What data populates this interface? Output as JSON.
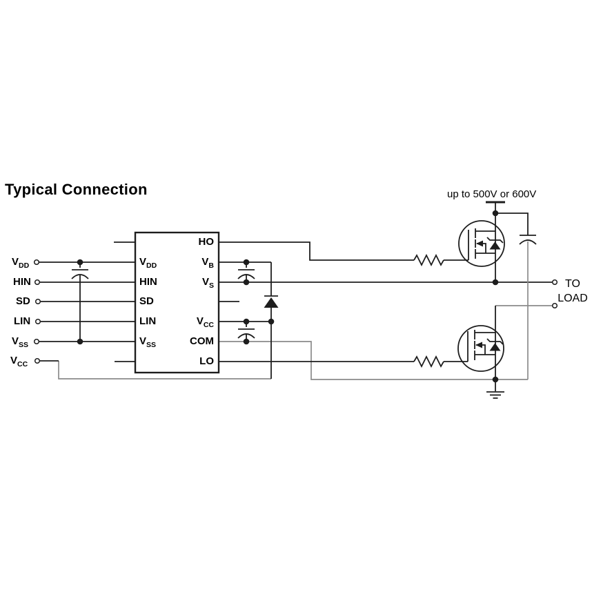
{
  "title": "Typical Connection",
  "supply_label": "up to 500V or 600V",
  "load_label": {
    "line1": "TO",
    "line2": "LOAD"
  },
  "left_terminals": [
    {
      "main": "V",
      "sub": "DD"
    },
    {
      "main": "HIN",
      "sub": ""
    },
    {
      "main": "SD",
      "sub": ""
    },
    {
      "main": "LIN",
      "sub": ""
    },
    {
      "main": "V",
      "sub": "SS"
    },
    {
      "main": "V",
      "sub": "CC"
    }
  ],
  "ic": {
    "left_pins": [
      {
        "main": "V",
        "sub": "DD"
      },
      {
        "main": "HIN",
        "sub": ""
      },
      {
        "main": "SD",
        "sub": ""
      },
      {
        "main": "LIN",
        "sub": ""
      },
      {
        "main": "V",
        "sub": "SS"
      }
    ],
    "right_pins": [
      {
        "main": "HO",
        "sub": ""
      },
      {
        "main": "V",
        "sub": "B"
      },
      {
        "main": "V",
        "sub": "S"
      },
      {
        "main": "V",
        "sub": "CC"
      },
      {
        "main": "COM",
        "sub": ""
      },
      {
        "main": "LO",
        "sub": ""
      }
    ]
  },
  "colors": {
    "line": "#1d1d1d",
    "secondary_line": "#8a8a8a",
    "background": "#ffffff",
    "text": "#000000"
  }
}
